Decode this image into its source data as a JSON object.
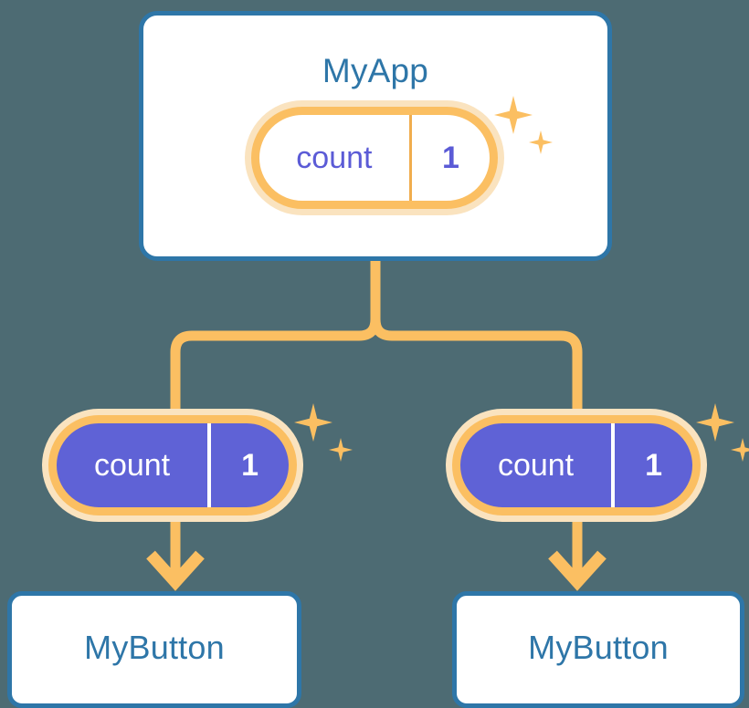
{
  "diagram": {
    "title": "MyApp component state sharing tree",
    "background_color": "#4d6b73"
  },
  "colors": {
    "background": "#4d6b73",
    "card_border_blue": "#2e76a8",
    "card_fill": "#ffffff",
    "title_blue": "#2e76a8",
    "pill_border_orange": "#fbbf62",
    "pill_glow_peach": "#fae3bf",
    "pill_child_fill": "#5f62d6",
    "pill_text_purple": "#5b5bd6",
    "pill_text_white": "#ffffff",
    "connector_orange": "#fbbf62",
    "divider_orange": "#f0ad4e"
  },
  "parent": {
    "card_label": "MyApp",
    "state": {
      "key": "count",
      "value": "1"
    },
    "sparkle_big": "sparkle-icon",
    "sparkle_small": "sparkle-icon"
  },
  "children": [
    {
      "card_label": "MyButton",
      "state": {
        "key": "count",
        "value": "1"
      },
      "sparkle_big": "sparkle-icon",
      "sparkle_small": "sparkle-icon"
    },
    {
      "card_label": "MyButton",
      "state": {
        "key": "count",
        "value": "1"
      },
      "sparkle_big": "sparkle-icon",
      "sparkle_small": "sparkle-icon"
    }
  ],
  "connectors": {
    "stem": "vertical-line-from-parent",
    "split": "tee-split-to-two-branches",
    "left_branch": "elbow-down-to-left-pill",
    "right_branch": "elbow-down-to-right-pill",
    "left_arrow": "arrow-down-to-left-button",
    "right_arrow": "arrow-down-to-right-button"
  }
}
